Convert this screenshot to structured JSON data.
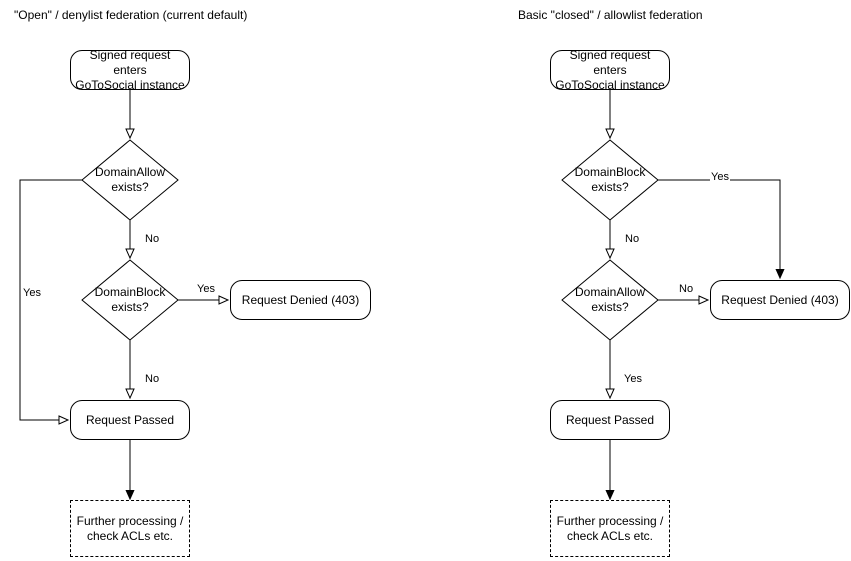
{
  "diagrams": [
    {
      "id": "open-denylist",
      "title": "\"Open\" / denylist federation (current default)",
      "nodes": {
        "start": "Signed request enters\nGoToSocial instance",
        "start_line1": "Signed request enters",
        "start_line2": "GoToSocial instance",
        "decision1_line1": "DomainAllow",
        "decision1_line2": "exists?",
        "decision2_line1": "DomainBlock",
        "decision2_line2": "exists?",
        "denied": "Request Denied (403)",
        "passed": "Request Passed",
        "further_line1": "Further processing /",
        "further_line2": "check ACLs etc."
      },
      "edge_labels": {
        "decision1_yes": "Yes",
        "decision1_no": "No",
        "decision2_yes": "Yes",
        "decision2_no": "No"
      }
    },
    {
      "id": "closed-allowlist",
      "title": "Basic \"closed\" / allowlist federation",
      "nodes": {
        "start": "Signed request enters\nGoToSocial instance",
        "start_line1": "Signed request enters",
        "start_line2": "GoToSocial instance",
        "decision1_line1": "DomainBlock",
        "decision1_line2": "exists?",
        "decision2_line1": "DomainAllow",
        "decision2_line2": "exists?",
        "denied": "Request Denied (403)",
        "passed": "Request Passed",
        "further_line1": "Further processing /",
        "further_line2": "check ACLs etc."
      },
      "edge_labels": {
        "decision1_yes": "Yes",
        "decision1_no": "No",
        "decision2_no": "No",
        "decision2_yes": "Yes"
      }
    }
  ],
  "style": {
    "stroke_color": "#000000",
    "fill_color": "#ffffff",
    "text_color": "#000000"
  }
}
